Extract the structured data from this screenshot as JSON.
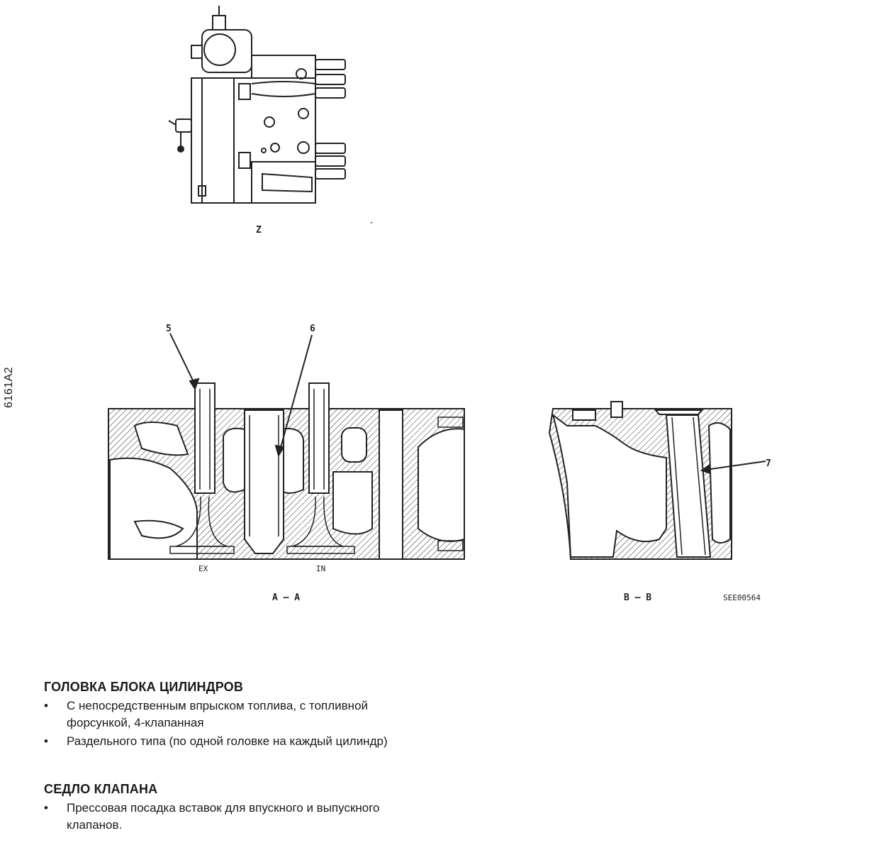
{
  "side_code": "6161A2",
  "figure": {
    "view_z_label": "Z",
    "callouts": {
      "c5": "5",
      "c6": "6",
      "c7": "7"
    },
    "valve_labels": {
      "ex": "EX",
      "in": "IN"
    },
    "section_aa": "A – A",
    "section_bb": "B – B",
    "ref_code": "SEE00564"
  },
  "sections": [
    {
      "title": "ГОЛОВКА БЛОКА ЦИЛИНДРОВ",
      "bullets": [
        "С непосредственным впрыском топлива, с топливной форсункой, 4-клапанная",
        "Раздельного типа (по одной головке на каждый цилиндр)"
      ]
    },
    {
      "title": "СЕДЛО КЛАПАНА",
      "bullets": [
        "Прессовая посадка вставок для впускного и выпускного клапанов."
      ]
    }
  ]
}
